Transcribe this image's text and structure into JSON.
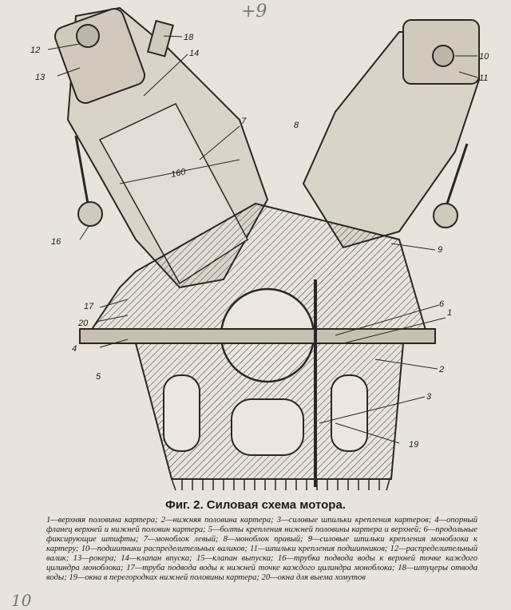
{
  "handwritten": {
    "top": "+9",
    "bottom": "10"
  },
  "drawing_labels": {
    "l1": "1",
    "l2": "2",
    "l3": "3",
    "l4": "4",
    "l5": "5",
    "l6": "6",
    "l7": "7",
    "l8": "8",
    "l9": "9",
    "l10": "10",
    "l11": "11",
    "l12": "12",
    "l13": "13",
    "l14": "14",
    "l16": "16",
    "l17": "17",
    "l18": "18",
    "l19": "19",
    "l20": "20",
    "dim": "160"
  },
  "caption": "Фиг. 2. Силовая схема мотора.",
  "legend": "1—верхняя половина картера; 2—нижняя половина картера; 3—силовые шпильки крепления картеров; 4—опорный фланец верхней и нижней половин картера; 5—болты крепления нижней половины картера и верхней; 6—продольные фиксирующие штифты; 7—моноблок левый; 8—моноблок правый; 9—силовые шпильки крепления моноблока к картеру; 10—подшипники распределительных валиков; 11—шпильки крепления подшипников; 12—распределительный валик; 13—рокера; 14—клапан впуска; 15—клапан выпуска; 16—трубка подвода воды к верхней точке каждого цилиндра моноблока; 17—труба подвода воды к нижней точке каждого цилиндра моноблока; 18—штуцеры отвода воды; 19—окна в перегородках нижней половины картера; 20—окна для выема хомутов"
}
